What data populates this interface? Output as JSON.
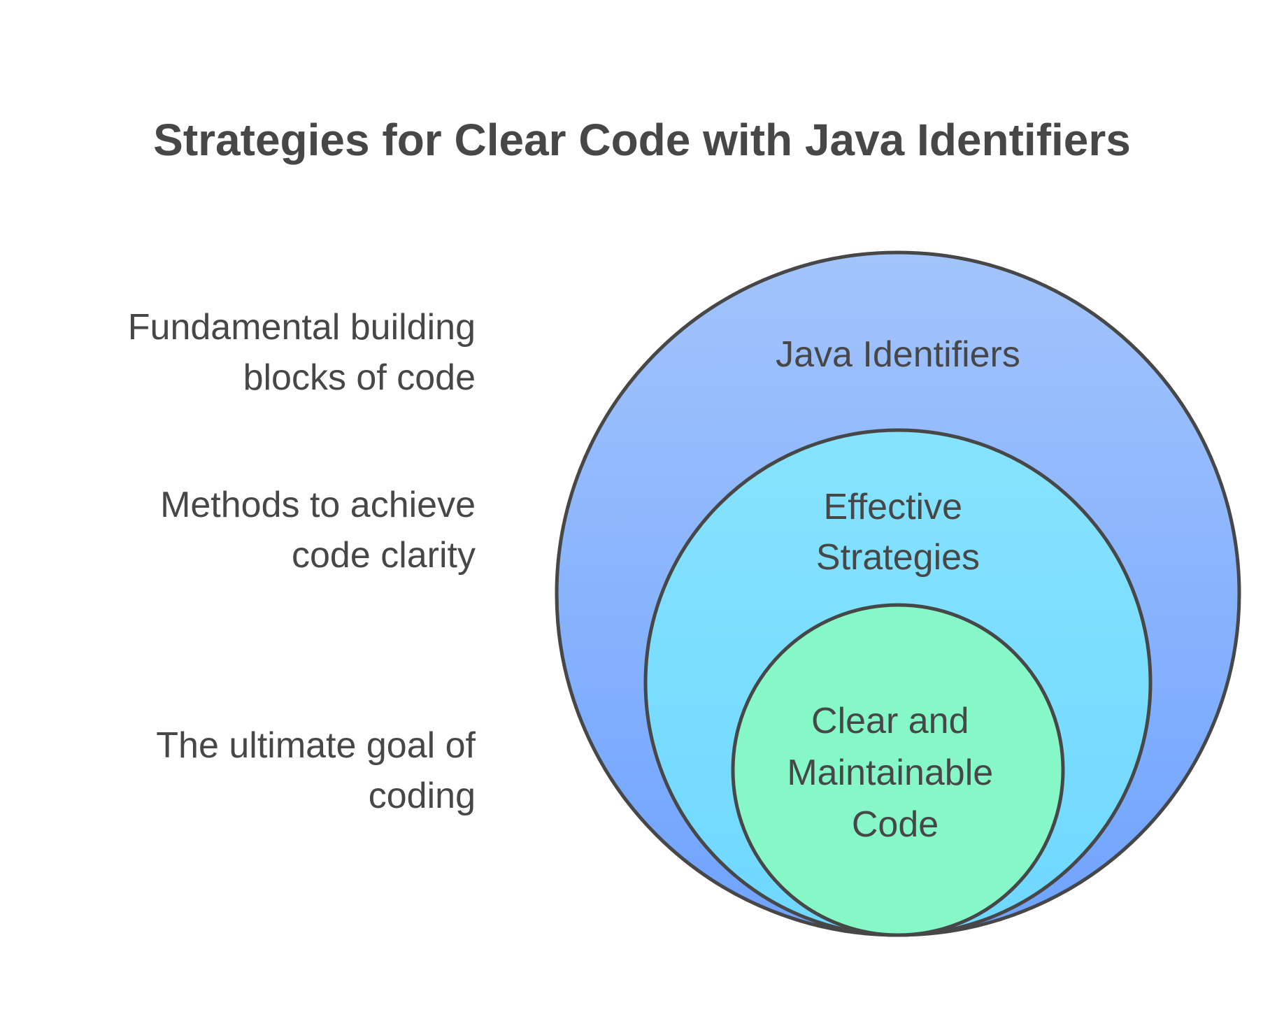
{
  "title": "Strategies for Clear Code with Java Identifiers",
  "descriptions": [
    {
      "lines": [
        "Fundamental building",
        "blocks of code"
      ]
    },
    {
      "lines": [
        "Methods to achieve",
        "code clarity"
      ]
    },
    {
      "lines": [
        "The ultimate goal of",
        "coding"
      ]
    }
  ],
  "circles": [
    {
      "lines": [
        "Java Identifiers"
      ],
      "color_top": "#a2c4fb",
      "color_bottom": "#6fa3ff"
    },
    {
      "lines": [
        "Effective",
        "Strategies"
      ],
      "color_top": "#86e3fd",
      "color_bottom": "#6fd7ff"
    },
    {
      "lines": [
        "Clear and",
        "Maintainable",
        "Code"
      ],
      "color_top": "#86f8c8",
      "color_bottom": "#86f8c8"
    }
  ],
  "stroke_color": "#474747"
}
